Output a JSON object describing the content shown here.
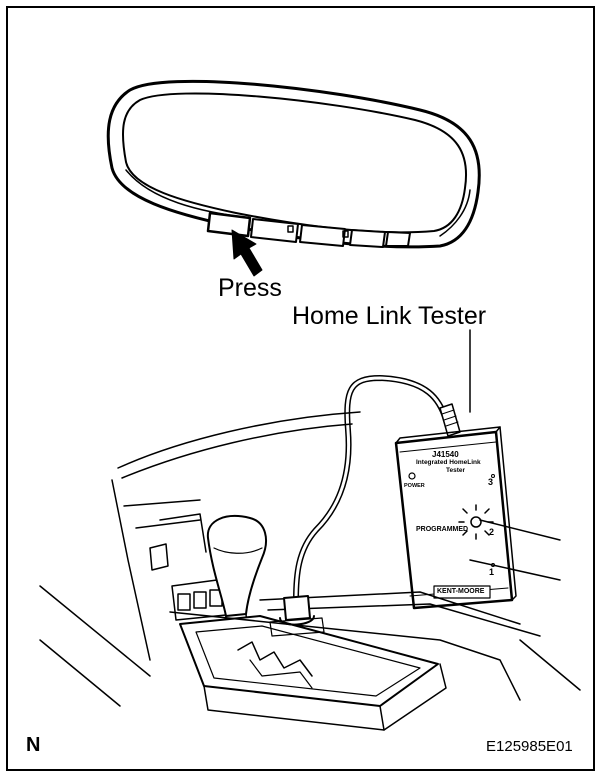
{
  "labels": {
    "press": "Press",
    "tester": "Home Link Tester",
    "corner_letter": "N",
    "figure_code": "E125985E01"
  },
  "tester_device": {
    "model": "J41540",
    "name_line1": "Integrated HomeLink",
    "name_line2": "Tester",
    "power": "POWER",
    "programmed": "PROGRAMMED",
    "brand": "KENT-MOORE",
    "channel_1": "1",
    "channel_2": "2",
    "channel_3": "3"
  },
  "colors": {
    "line": "#000000",
    "background": "#ffffff"
  }
}
